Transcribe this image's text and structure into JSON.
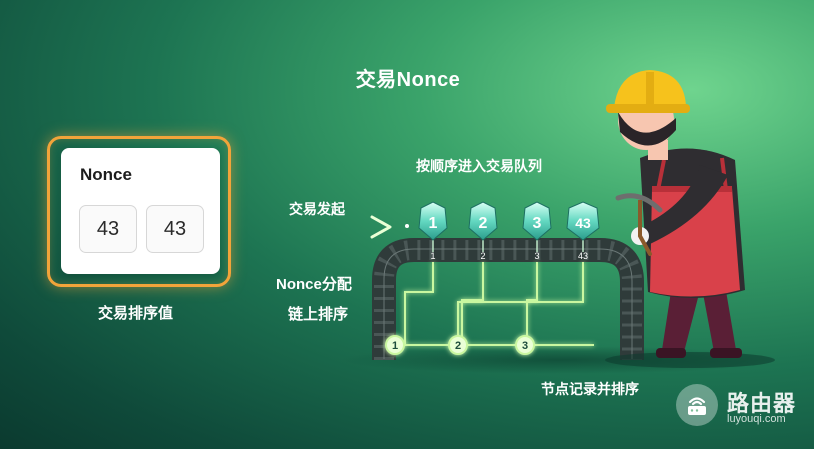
{
  "title": "交易Nonce",
  "card": {
    "label": "Nonce",
    "values": [
      "43",
      "43"
    ],
    "caption": "交易排序值"
  },
  "flow": {
    "arrow_label": "交易发起",
    "queue_label": "按顺序进入交易队列",
    "tx_gems": [
      "1",
      "2",
      "3",
      "43"
    ],
    "track_numbers": [
      "1",
      "2",
      "3",
      "43"
    ],
    "nonce_alloc_label": "Nonce分配",
    "chain_sort_label": "链上排序",
    "nodes": [
      "1",
      "2",
      "3"
    ],
    "node_label": "节点记录并排序"
  },
  "watermark": {
    "name": "路由器",
    "url": "luyouqi.com",
    "icon": "router-wifi-icon"
  },
  "colors": {
    "card_border": "#f2a43a",
    "gem": "#5fd6c2",
    "glow_line": "#c9f7a0",
    "helmet": "#f6c21c",
    "apron": "#d9414a"
  }
}
